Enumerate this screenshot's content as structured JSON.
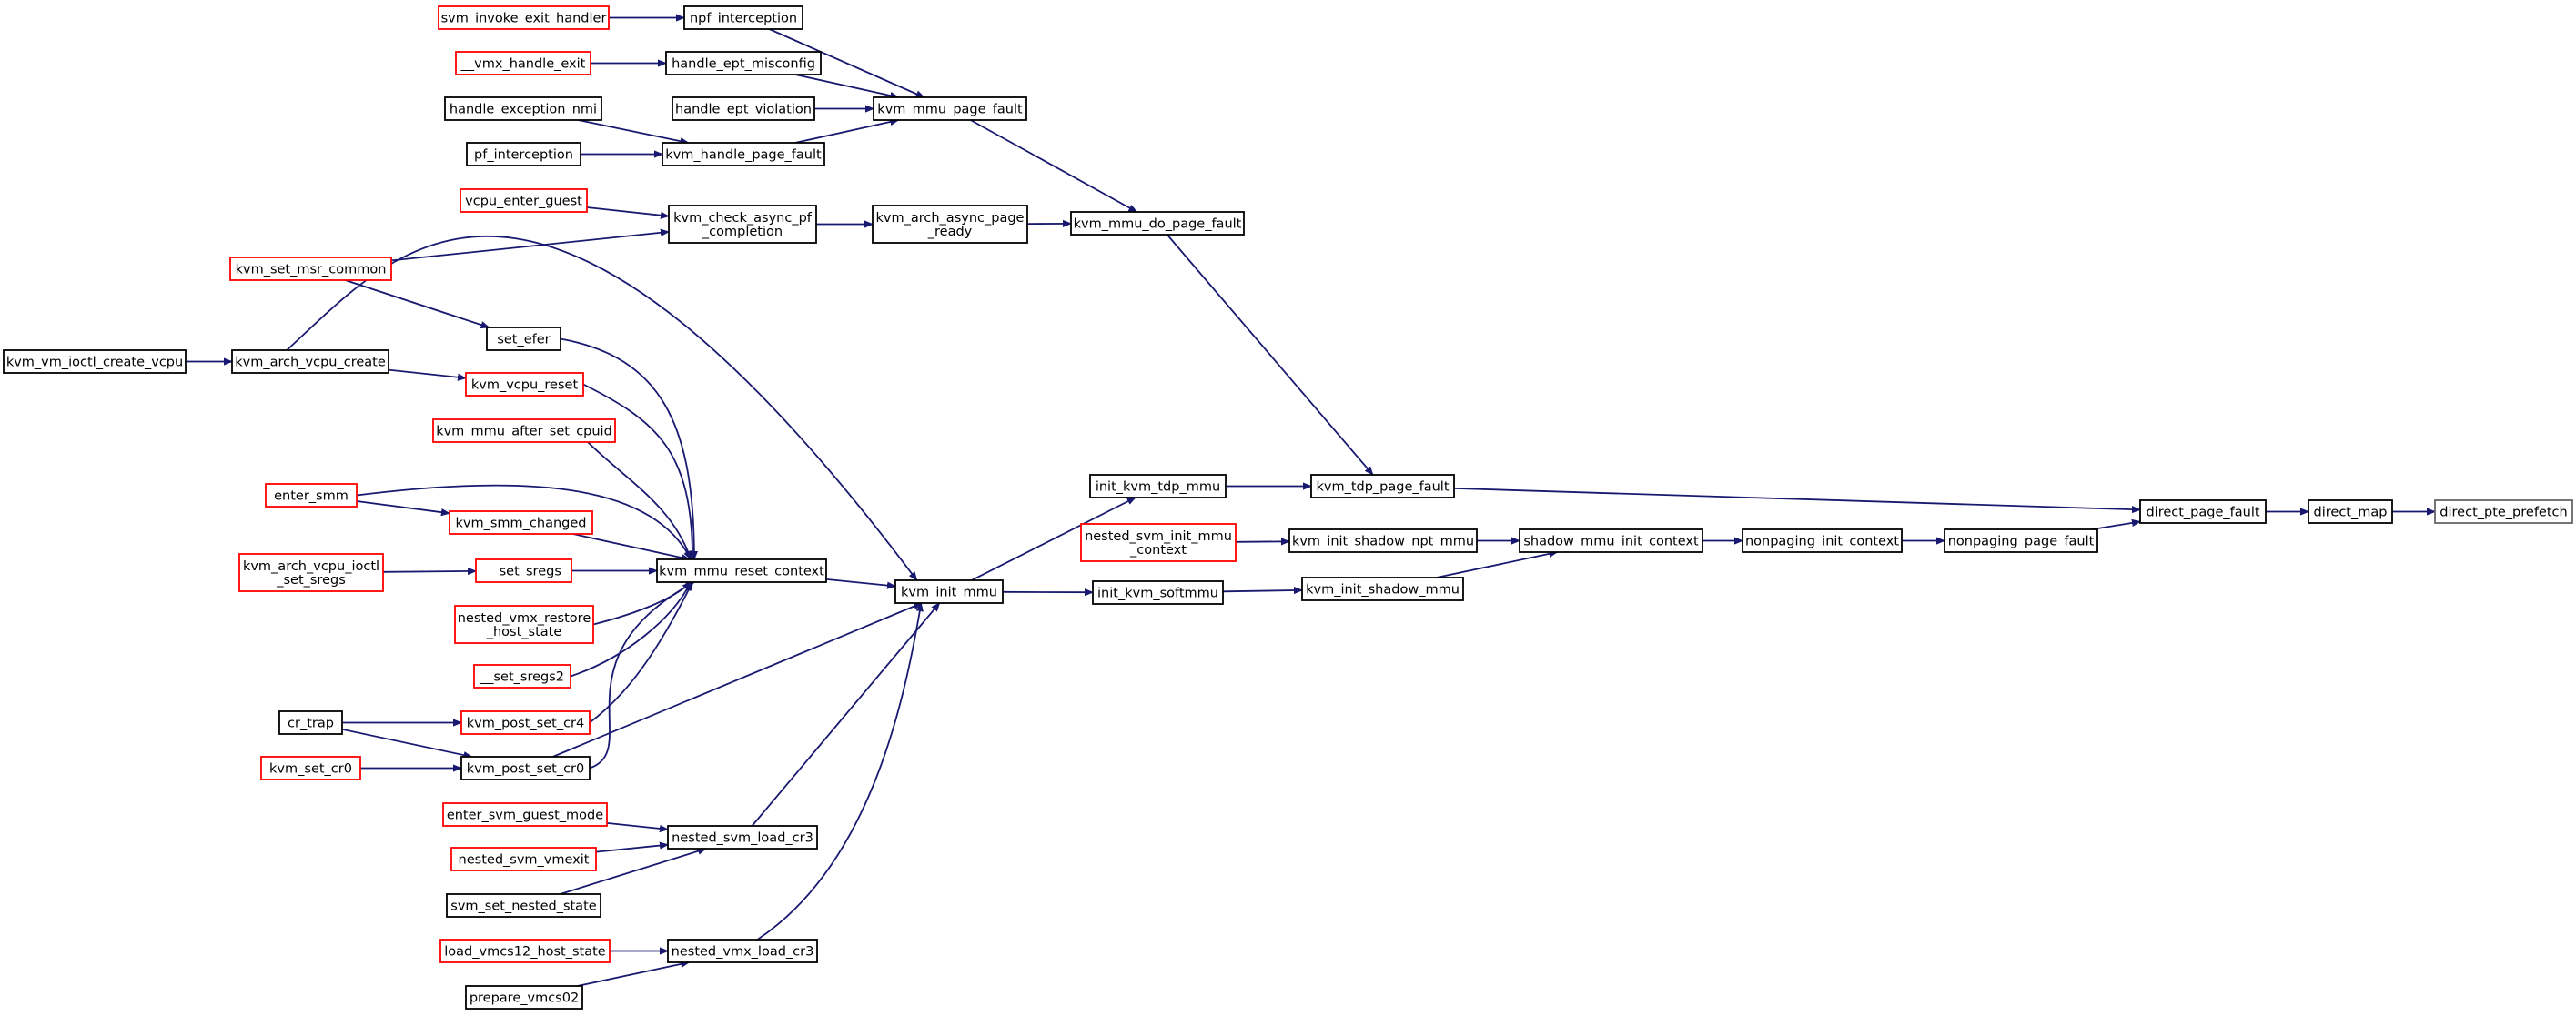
{
  "colors": {
    "edge": "#191970",
    "border_normal": "#000000",
    "border_truncated": "#ff0000",
    "focus_fill": "#bfbfbf"
  },
  "nodes": [
    {
      "id": "svm_invoke_exit_handler",
      "lines": [
        "svm_invoke_exit_handler"
      ],
      "style": "red"
    },
    {
      "id": "npf_interception",
      "lines": [
        "npf_interception"
      ],
      "style": "black"
    },
    {
      "id": "vmx_handle_exit",
      "lines": [
        "__vmx_handle_exit"
      ],
      "style": "red"
    },
    {
      "id": "handle_ept_misconfig",
      "lines": [
        "handle_ept_misconfig"
      ],
      "style": "black"
    },
    {
      "id": "handle_exception_nmi",
      "lines": [
        "handle_exception_nmi"
      ],
      "style": "black"
    },
    {
      "id": "handle_ept_violation",
      "lines": [
        "handle_ept_violation"
      ],
      "style": "black"
    },
    {
      "id": "kvm_mmu_page_fault",
      "lines": [
        "kvm_mmu_page_fault"
      ],
      "style": "black"
    },
    {
      "id": "pf_interception",
      "lines": [
        "pf_interception"
      ],
      "style": "black"
    },
    {
      "id": "kvm_handle_page_fault",
      "lines": [
        "kvm_handle_page_fault"
      ],
      "style": "black"
    },
    {
      "id": "vcpu_enter_guest",
      "lines": [
        "vcpu_enter_guest"
      ],
      "style": "red"
    },
    {
      "id": "kvm_check_async_pf_completion",
      "lines": [
        "kvm_check_async_pf",
        "_completion"
      ],
      "style": "black"
    },
    {
      "id": "kvm_arch_async_page_ready",
      "lines": [
        "kvm_arch_async_page",
        "_ready"
      ],
      "style": "black"
    },
    {
      "id": "kvm_mmu_do_page_fault",
      "lines": [
        "kvm_mmu_do_page_fault"
      ],
      "style": "black"
    },
    {
      "id": "kvm_set_msr_common",
      "lines": [
        "kvm_set_msr_common"
      ],
      "style": "red"
    },
    {
      "id": "set_efer",
      "lines": [
        "set_efer"
      ],
      "style": "black"
    },
    {
      "id": "kvm_vm_ioctl_create_vcpu",
      "lines": [
        "kvm_vm_ioctl_create_vcpu"
      ],
      "style": "black"
    },
    {
      "id": "kvm_arch_vcpu_create",
      "lines": [
        "kvm_arch_vcpu_create"
      ],
      "style": "black"
    },
    {
      "id": "kvm_vcpu_reset",
      "lines": [
        "kvm_vcpu_reset"
      ],
      "style": "red"
    },
    {
      "id": "kvm_mmu_after_set_cpuid",
      "lines": [
        "kvm_mmu_after_set_cpuid"
      ],
      "style": "red"
    },
    {
      "id": "enter_smm",
      "lines": [
        "enter_smm"
      ],
      "style": "red"
    },
    {
      "id": "kvm_smm_changed",
      "lines": [
        "kvm_smm_changed"
      ],
      "style": "red"
    },
    {
      "id": "kvm_arch_vcpu_ioctl_set_sregs",
      "lines": [
        "kvm_arch_vcpu_ioctl",
        "_set_sregs"
      ],
      "style": "red"
    },
    {
      "id": "set_sregs",
      "lines": [
        "__set_sregs"
      ],
      "style": "red"
    },
    {
      "id": "kvm_mmu_reset_context",
      "lines": [
        "kvm_mmu_reset_context"
      ],
      "style": "black"
    },
    {
      "id": "nested_vmx_restore_host_state",
      "lines": [
        "nested_vmx_restore",
        "_host_state"
      ],
      "style": "red"
    },
    {
      "id": "set_sregs2",
      "lines": [
        "__set_sregs2"
      ],
      "style": "red"
    },
    {
      "id": "cr_trap",
      "lines": [
        "cr_trap"
      ],
      "style": "black"
    },
    {
      "id": "kvm_post_set_cr4",
      "lines": [
        "kvm_post_set_cr4"
      ],
      "style": "red"
    },
    {
      "id": "kvm_set_cr0",
      "lines": [
        "kvm_set_cr0"
      ],
      "style": "red"
    },
    {
      "id": "kvm_post_set_cr0",
      "lines": [
        "kvm_post_set_cr0"
      ],
      "style": "black"
    },
    {
      "id": "enter_svm_guest_mode",
      "lines": [
        "enter_svm_guest_mode"
      ],
      "style": "red"
    },
    {
      "id": "nested_svm_vmexit",
      "lines": [
        "nested_svm_vmexit"
      ],
      "style": "red"
    },
    {
      "id": "nested_svm_load_cr3",
      "lines": [
        "nested_svm_load_cr3"
      ],
      "style": "black"
    },
    {
      "id": "svm_set_nested_state",
      "lines": [
        "svm_set_nested_state"
      ],
      "style": "black"
    },
    {
      "id": "load_vmcs12_host_state",
      "lines": [
        "load_vmcs12_host_state"
      ],
      "style": "red"
    },
    {
      "id": "nested_vmx_load_cr3",
      "lines": [
        "nested_vmx_load_cr3"
      ],
      "style": "black"
    },
    {
      "id": "prepare_vmcs02",
      "lines": [
        "prepare_vmcs02"
      ],
      "style": "black"
    },
    {
      "id": "kvm_init_mmu",
      "lines": [
        "kvm_init_mmu"
      ],
      "style": "black"
    },
    {
      "id": "init_kvm_tdp_mmu",
      "lines": [
        "init_kvm_tdp_mmu"
      ],
      "style": "black"
    },
    {
      "id": "nested_svm_init_mmu_context",
      "lines": [
        "nested_svm_init_mmu",
        "_context"
      ],
      "style": "red"
    },
    {
      "id": "init_kvm_softmmu",
      "lines": [
        "init_kvm_softmmu"
      ],
      "style": "black"
    },
    {
      "id": "kvm_tdp_page_fault",
      "lines": [
        "kvm_tdp_page_fault"
      ],
      "style": "black"
    },
    {
      "id": "kvm_init_shadow_npt_mmu",
      "lines": [
        "kvm_init_shadow_npt_mmu"
      ],
      "style": "black"
    },
    {
      "id": "kvm_init_shadow_mmu",
      "lines": [
        "kvm_init_shadow_mmu"
      ],
      "style": "black"
    },
    {
      "id": "shadow_mmu_init_context",
      "lines": [
        "shadow_mmu_init_context"
      ],
      "style": "black"
    },
    {
      "id": "nonpaging_init_context",
      "lines": [
        "nonpaging_init_context"
      ],
      "style": "black"
    },
    {
      "id": "nonpaging_page_fault",
      "lines": [
        "nonpaging_page_fault"
      ],
      "style": "black"
    },
    {
      "id": "direct_page_fault",
      "lines": [
        "direct_page_fault"
      ],
      "style": "black"
    },
    {
      "id": "direct_map",
      "lines": [
        "direct_map"
      ],
      "style": "black"
    },
    {
      "id": "direct_pte_prefetch",
      "lines": [
        "direct_pte_prefetch"
      ],
      "style": "focus"
    }
  ],
  "edges": [
    [
      "svm_invoke_exit_handler",
      "npf_interception"
    ],
    [
      "npf_interception",
      "kvm_mmu_page_fault"
    ],
    [
      "vmx_handle_exit",
      "handle_ept_misconfig"
    ],
    [
      "handle_ept_misconfig",
      "kvm_mmu_page_fault"
    ],
    [
      "handle_ept_violation",
      "kvm_mmu_page_fault"
    ],
    [
      "kvm_handle_page_fault",
      "kvm_mmu_page_fault"
    ],
    [
      "handle_exception_nmi",
      "kvm_handle_page_fault"
    ],
    [
      "pf_interception",
      "kvm_handle_page_fault"
    ],
    [
      "kvm_mmu_page_fault",
      "kvm_mmu_do_page_fault"
    ],
    [
      "vcpu_enter_guest",
      "kvm_check_async_pf_completion"
    ],
    [
      "kvm_set_msr_common",
      "kvm_check_async_pf_completion"
    ],
    [
      "kvm_check_async_pf_completion",
      "kvm_arch_async_page_ready"
    ],
    [
      "kvm_arch_async_page_ready",
      "kvm_mmu_do_page_fault"
    ],
    [
      "kvm_mmu_do_page_fault",
      "kvm_tdp_page_fault"
    ],
    [
      "kvm_set_msr_common",
      "set_efer"
    ],
    [
      "kvm_vm_ioctl_create_vcpu",
      "kvm_arch_vcpu_create"
    ],
    [
      "kvm_arch_vcpu_create",
      "kvm_vcpu_reset"
    ],
    [
      "kvm_arch_vcpu_create",
      "kvm_init_mmu"
    ],
    [
      "set_efer",
      "kvm_mmu_reset_context"
    ],
    [
      "kvm_vcpu_reset",
      "kvm_mmu_reset_context"
    ],
    [
      "kvm_mmu_after_set_cpuid",
      "kvm_mmu_reset_context"
    ],
    [
      "enter_smm",
      "kvm_mmu_reset_context"
    ],
    [
      "enter_smm",
      "kvm_smm_changed"
    ],
    [
      "kvm_smm_changed",
      "kvm_mmu_reset_context"
    ],
    [
      "kvm_arch_vcpu_ioctl_set_sregs",
      "set_sregs"
    ],
    [
      "set_sregs",
      "kvm_mmu_reset_context"
    ],
    [
      "nested_vmx_restore_host_state",
      "kvm_mmu_reset_context"
    ],
    [
      "set_sregs2",
      "kvm_mmu_reset_context"
    ],
    [
      "kvm_post_set_cr4",
      "kvm_mmu_reset_context"
    ],
    [
      "kvm_post_set_cr0",
      "kvm_mmu_reset_context"
    ],
    [
      "cr_trap",
      "kvm_post_set_cr4"
    ],
    [
      "cr_trap",
      "kvm_post_set_cr0"
    ],
    [
      "kvm_set_cr0",
      "kvm_post_set_cr0"
    ],
    [
      "kvm_post_set_cr0",
      "kvm_init_mmu"
    ],
    [
      "kvm_mmu_reset_context",
      "kvm_init_mmu"
    ],
    [
      "enter_svm_guest_mode",
      "nested_svm_load_cr3"
    ],
    [
      "nested_svm_vmexit",
      "nested_svm_load_cr3"
    ],
    [
      "svm_set_nested_state",
      "nested_svm_load_cr3"
    ],
    [
      "nested_svm_load_cr3",
      "kvm_init_mmu"
    ],
    [
      "load_vmcs12_host_state",
      "nested_vmx_load_cr3"
    ],
    [
      "prepare_vmcs02",
      "nested_vmx_load_cr3"
    ],
    [
      "nested_vmx_load_cr3",
      "kvm_init_mmu"
    ],
    [
      "kvm_init_mmu",
      "init_kvm_tdp_mmu"
    ],
    [
      "kvm_init_mmu",
      "init_kvm_softmmu"
    ],
    [
      "init_kvm_tdp_mmu",
      "kvm_tdp_page_fault"
    ],
    [
      "nested_svm_init_mmu_context",
      "kvm_init_shadow_npt_mmu"
    ],
    [
      "init_kvm_softmmu",
      "kvm_init_shadow_mmu"
    ],
    [
      "kvm_init_shadow_npt_mmu",
      "shadow_mmu_init_context"
    ],
    [
      "kvm_init_shadow_mmu",
      "shadow_mmu_init_context"
    ],
    [
      "shadow_mmu_init_context",
      "nonpaging_init_context"
    ],
    [
      "nonpaging_init_context",
      "nonpaging_page_fault"
    ],
    [
      "nonpaging_page_fault",
      "direct_page_fault"
    ],
    [
      "kvm_tdp_page_fault",
      "direct_page_fault"
    ],
    [
      "direct_page_fault",
      "direct_map"
    ],
    [
      "direct_map",
      "direct_pte_prefetch"
    ]
  ]
}
